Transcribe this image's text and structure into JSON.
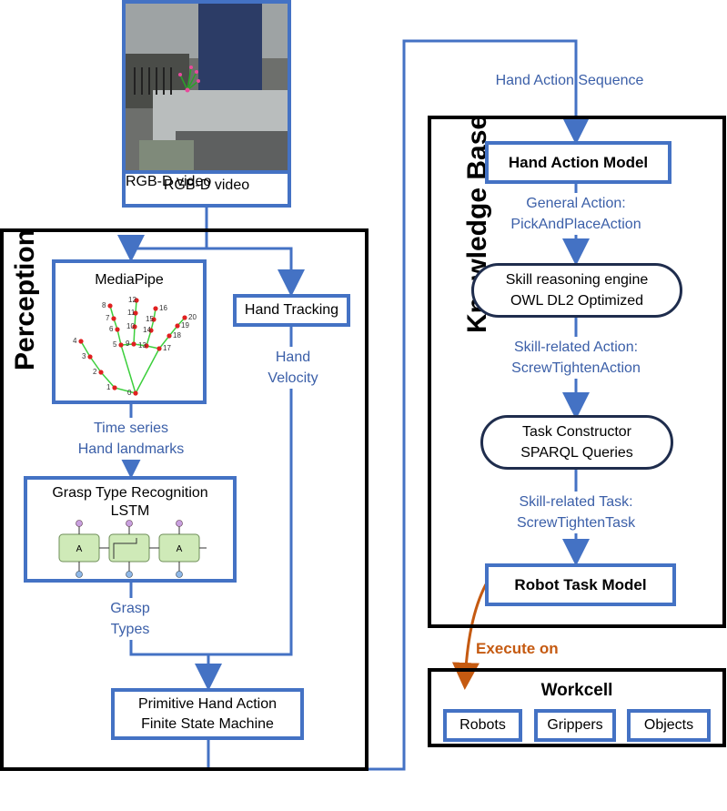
{
  "video": {
    "label": "RGB-D video"
  },
  "perception": {
    "title": "Perception",
    "mediapipe": "MediaPipe",
    "hand_tracking": "Hand Tracking",
    "hand_velocity": [
      "Hand",
      "Velocity"
    ],
    "time_series": [
      "Time series",
      "Hand landmarks"
    ],
    "grasp_recognition": [
      "Grasp Type Recognition",
      "LSTM"
    ],
    "lstm_cell_label": "A",
    "grasp_types": [
      "Grasp",
      "Types"
    ],
    "fsm": [
      "Primitive Hand Action",
      "Finite State Machine"
    ],
    "landmark_numbers": [
      "0",
      "1",
      "2",
      "3",
      "4",
      "5",
      "6",
      "7",
      "8",
      "9",
      "10",
      "11",
      "12",
      "13",
      "14",
      "15",
      "16",
      "17",
      "18",
      "19",
      "20"
    ]
  },
  "hand_action_sequence": "Hand Action Sequence",
  "knowledge_base": {
    "title": "Knowledge Base",
    "hand_action_model": "Hand Action Model",
    "general_action": [
      "General Action:",
      "PickAndPlaceAction"
    ],
    "skill_engine": [
      "Skill reasoning engine",
      "OWL DL2 Optimized"
    ],
    "skill_action": [
      "Skill-related Action:",
      "ScrewTightenAction"
    ],
    "task_constructor": [
      "Task Constructor",
      "SPARQL Queries"
    ],
    "skill_task": [
      "Skill-related Task:",
      "ScrewTightenTask"
    ],
    "robot_task_model": "Robot Task Model"
  },
  "execute_on": "Execute on",
  "workcell": {
    "title": "Workcell",
    "items": [
      "Robots",
      "Grippers",
      "Objects"
    ]
  },
  "colors": {
    "accent_blue": "#4472c4",
    "text_blue": "#3b5fa8",
    "orange": "#c55a11",
    "landmark_red": "#e02020",
    "bone_green": "#3ccf3c"
  }
}
